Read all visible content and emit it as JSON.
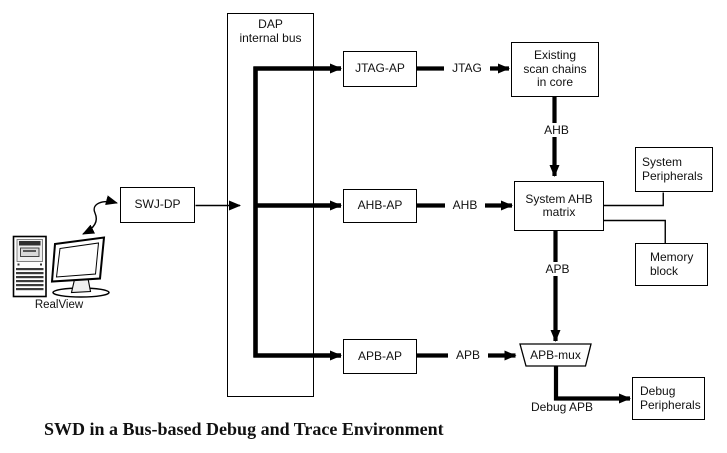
{
  "caption": "SWD in a Bus-based Debug and Trace Environment",
  "host": {
    "label": "RealView"
  },
  "nodes": {
    "swj_dp": {
      "label": "SWJ-DP"
    },
    "dap_bus": {
      "lines": [
        "DAP",
        "internal bus"
      ]
    },
    "jtag_ap": {
      "label": "JTAG-AP"
    },
    "ahb_ap": {
      "label": "AHB-AP"
    },
    "apb_ap": {
      "label": "APB-AP"
    },
    "scan_chains": {
      "lines": [
        "Existing",
        "scan chains",
        "in core"
      ]
    },
    "ahb_matrix": {
      "lines": [
        "System AHB",
        "matrix"
      ]
    },
    "system_peripherals": {
      "lines": [
        "System",
        "Peripherals"
      ]
    },
    "memory_block": {
      "lines": [
        "Memory",
        "block"
      ]
    },
    "apb_mux": {
      "label": "APB-mux"
    },
    "debug_peripherals": {
      "lines": [
        "Debug",
        "Peripherals"
      ]
    }
  },
  "edge_labels": {
    "jtag": "JTAG",
    "ahb_horizontal": "AHB",
    "ahb_vertical": "AHB",
    "apb_horizontal": "APB",
    "apb_vertical": "APB",
    "debug_apb": "Debug APB"
  },
  "colors": {
    "line": "#000000",
    "background": "#ffffff"
  }
}
